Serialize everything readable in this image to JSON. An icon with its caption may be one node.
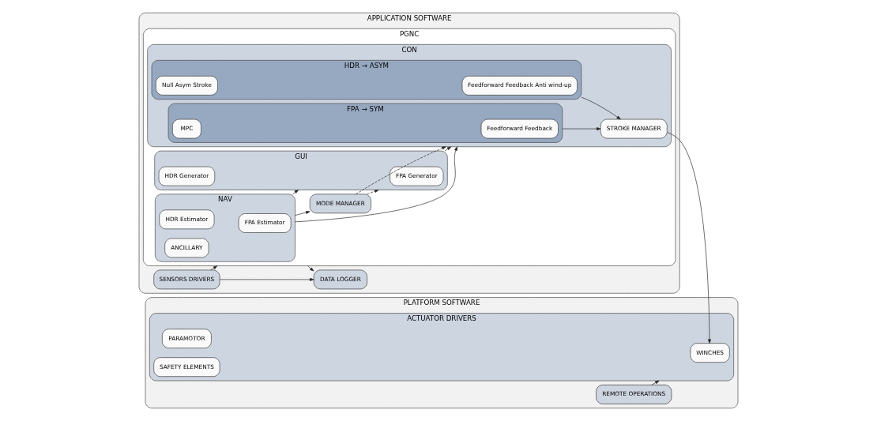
{
  "diagram": {
    "nodes": [
      {
        "text": [
          "APPLICATION SOFTWARE"
        ]
      },
      {
        "text": [
          "SENSORS DRIVERS"
        ],
        "in": 0
      },
      {
        "text": [
          "PGNC"
        ],
        "in": 0
      },
      {
        "text": [
          "NAV"
        ],
        "in": 2
      },
      {
        "text": [
          "FPA Estimator"
        ],
        "in": 3
      },
      {
        "text": [
          "HDR Estimator"
        ],
        "in": 3
      },
      {
        "text": [
          "ANCILLARY"
        ],
        "in": 3
      },
      {
        "text": [
          "GUI"
        ],
        "in": 2
      },
      {
        "text": [
          "FPA Generator"
        ],
        "in": 7
      },
      {
        "text": [
          "HDR Generator"
        ],
        "in": 7
      },
      {
        "text": [
          "MODE MANAGER"
        ],
        "in": 2
      },
      {
        "text": [
          "CON"
        ],
        "in": 2
      },
      {
        "text": [
          "FPA → SYM"
        ],
        "in": 11
      },
      {
        "text": [
          "Feedforward Feedback"
        ],
        "in": 12
      },
      {
        "text": [
          "MPC"
        ],
        "in": 12
      },
      {
        "text": [
          "HDR → ASYM"
        ],
        "in": 11
      },
      {
        "text": [
          "Feedforward Feedback Anti wind-up"
        ],
        "in": 15
      },
      {
        "text": [
          "Null Asym Stroke"
        ],
        "in": 15
      },
      {
        "text": [
          "STROKE MANAGER"
        ],
        "in": 11
      },
      {
        "text": [
          "DATA LOGGER"
        ],
        "in": 0
      },
      {
        "text": [
          "PLATFORM SOFTWARE"
        ]
      },
      {
        "text": [
          "REMOTE OPERATIONS"
        ],
        "in": 20
      },
      {
        "text": [
          "ACTUATOR DRIVERS"
        ],
        "in": 20
      },
      {
        "text": [
          "WINCHES"
        ],
        "in": 22
      },
      {
        "text": [
          "PARAMOTOR"
        ],
        "in": 22
      },
      {
        "text": [
          "SAFETY ELEMENTS"
        ],
        "in": 22
      }
    ],
    "edges": [
      {
        "from": 1,
        "to": 2,
        "arrow": "to"
      },
      {
        "from": 3,
        "to": 11,
        "arrow": "to"
      },
      {
        "from": 3,
        "to": 7,
        "arrow": "to"
      },
      {
        "from": 3,
        "to": 10,
        "arrow": "to"
      },
      {
        "from": 7,
        "to": 11,
        "arrow": "to"
      },
      {
        "from": 10,
        "to": 7,
        "arrow": "to",
        "style": "dashed"
      },
      {
        "from": 10,
        "to": 11,
        "arrow": "to",
        "style": "dashed"
      },
      {
        "from": 12,
        "to": 18,
        "arrow": "to"
      },
      {
        "from": 15,
        "to": 18,
        "arrow": "to"
      },
      {
        "from": 18,
        "to": 23,
        "arrow": "to"
      },
      {
        "from": 21,
        "to": 22,
        "arrow": "to"
      },
      {
        "from": 2,
        "to": 19,
        "arrow": "to"
      },
      {
        "from": 1,
        "to": 19,
        "arrow": "to"
      }
    ]
  }
}
